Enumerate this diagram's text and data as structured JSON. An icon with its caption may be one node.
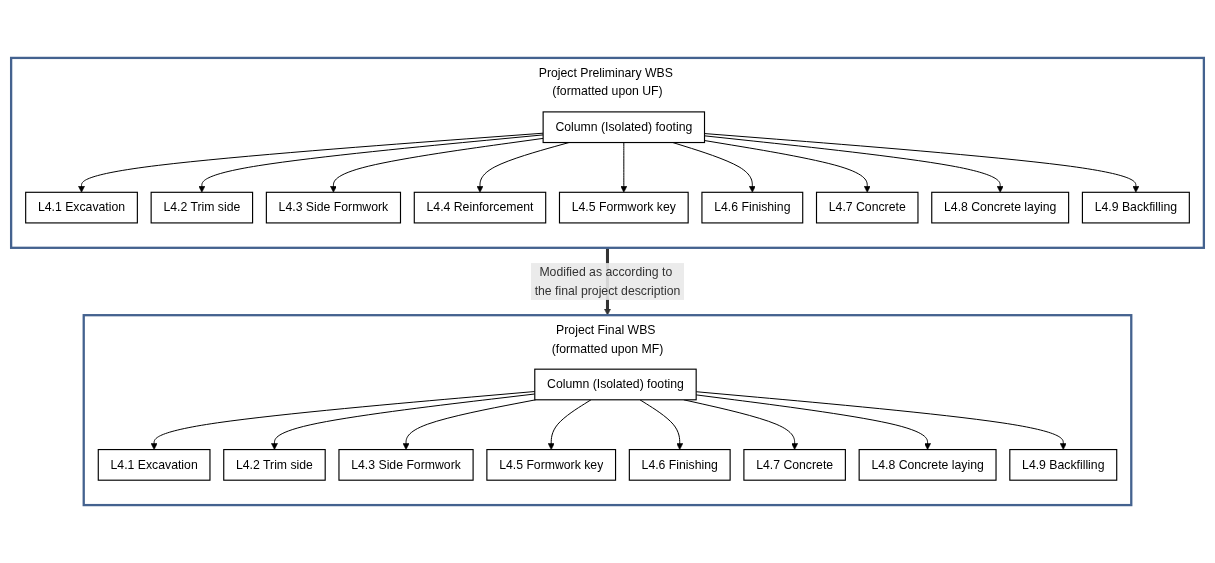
{
  "diagram": {
    "nodes": [
      {
        "text": [
          "Project Preliminary WBS (formatted upon UF)"
        ]
      },
      {
        "text": [
          "Column (Isolated) footing"
        ],
        "in": 0
      },
      {
        "text": [
          "L4.1 Excavation"
        ],
        "in": 0
      },
      {
        "text": [
          "L4.2 Trim side"
        ],
        "in": 0
      },
      {
        "text": [
          "L4.3 Side Formwork"
        ],
        "in": 0
      },
      {
        "text": [
          "L4.4 Reinforcement"
        ],
        "in": 0
      },
      {
        "text": [
          "L4.5 Formwork key"
        ],
        "in": 0
      },
      {
        "text": [
          "L4.6 Finishing"
        ],
        "in": 0
      },
      {
        "text": [
          "L4.7 Concrete"
        ],
        "in": 0
      },
      {
        "text": [
          "L4.8 Concrete laying"
        ],
        "in": 0
      },
      {
        "text": [
          "L4.9 Backfilling"
        ],
        "in": 0
      },
      {
        "text": [
          "Project Final WBS (formatted upon MF)"
        ]
      },
      {
        "text": [
          "Column (Isolated) footing"
        ],
        "in": 11
      },
      {
        "text": [
          "L4.1 Excavation"
        ],
        "in": 11
      },
      {
        "text": [
          "L4.2 Trim side"
        ],
        "in": 11
      },
      {
        "text": [
          "L4.3 Side Formwork"
        ],
        "in": 11
      },
      {
        "text": [
          "L4.5 Formwork key"
        ],
        "in": 11
      },
      {
        "text": [
          "L4.6 Finishing"
        ],
        "in": 11
      },
      {
        "text": [
          "L4.7 Concrete"
        ],
        "in": 11
      },
      {
        "text": [
          "L4.8 Concrete laying"
        ],
        "in": 11
      },
      {
        "text": [
          "L4.9 Backfilling"
        ],
        "in": 11
      }
    ],
    "edges": [
      {
        "from": 1,
        "to": 2,
        "arrow": "to"
      },
      {
        "from": 1,
        "to": 3,
        "arrow": "to"
      },
      {
        "from": 1,
        "to": 4,
        "arrow": "to"
      },
      {
        "from": 1,
        "to": 5,
        "arrow": "to"
      },
      {
        "from": 1,
        "to": 6,
        "arrow": "to"
      },
      {
        "from": 1,
        "to": 7,
        "arrow": "to"
      },
      {
        "from": 1,
        "to": 8,
        "arrow": "to"
      },
      {
        "from": 1,
        "to": 9,
        "arrow": "to"
      },
      {
        "from": 1,
        "to": 10,
        "arrow": "to"
      },
      {
        "from": 0,
        "to": 11,
        "arrow": "to",
        "label": "Modified as according to the final project description",
        "style": "thick"
      },
      {
        "from": 12,
        "to": 13,
        "arrow": "to"
      },
      {
        "from": 12,
        "to": 14,
        "arrow": "to"
      },
      {
        "from": 12,
        "to": 15,
        "arrow": "to"
      },
      {
        "from": 12,
        "to": 16,
        "arrow": "to"
      },
      {
        "from": 12,
        "to": 17,
        "arrow": "to"
      },
      {
        "from": 12,
        "to": 18,
        "arrow": "to"
      },
      {
        "from": 12,
        "to": 19,
        "arrow": "to"
      },
      {
        "from": 12,
        "to": 20,
        "arrow": "to"
      }
    ]
  }
}
